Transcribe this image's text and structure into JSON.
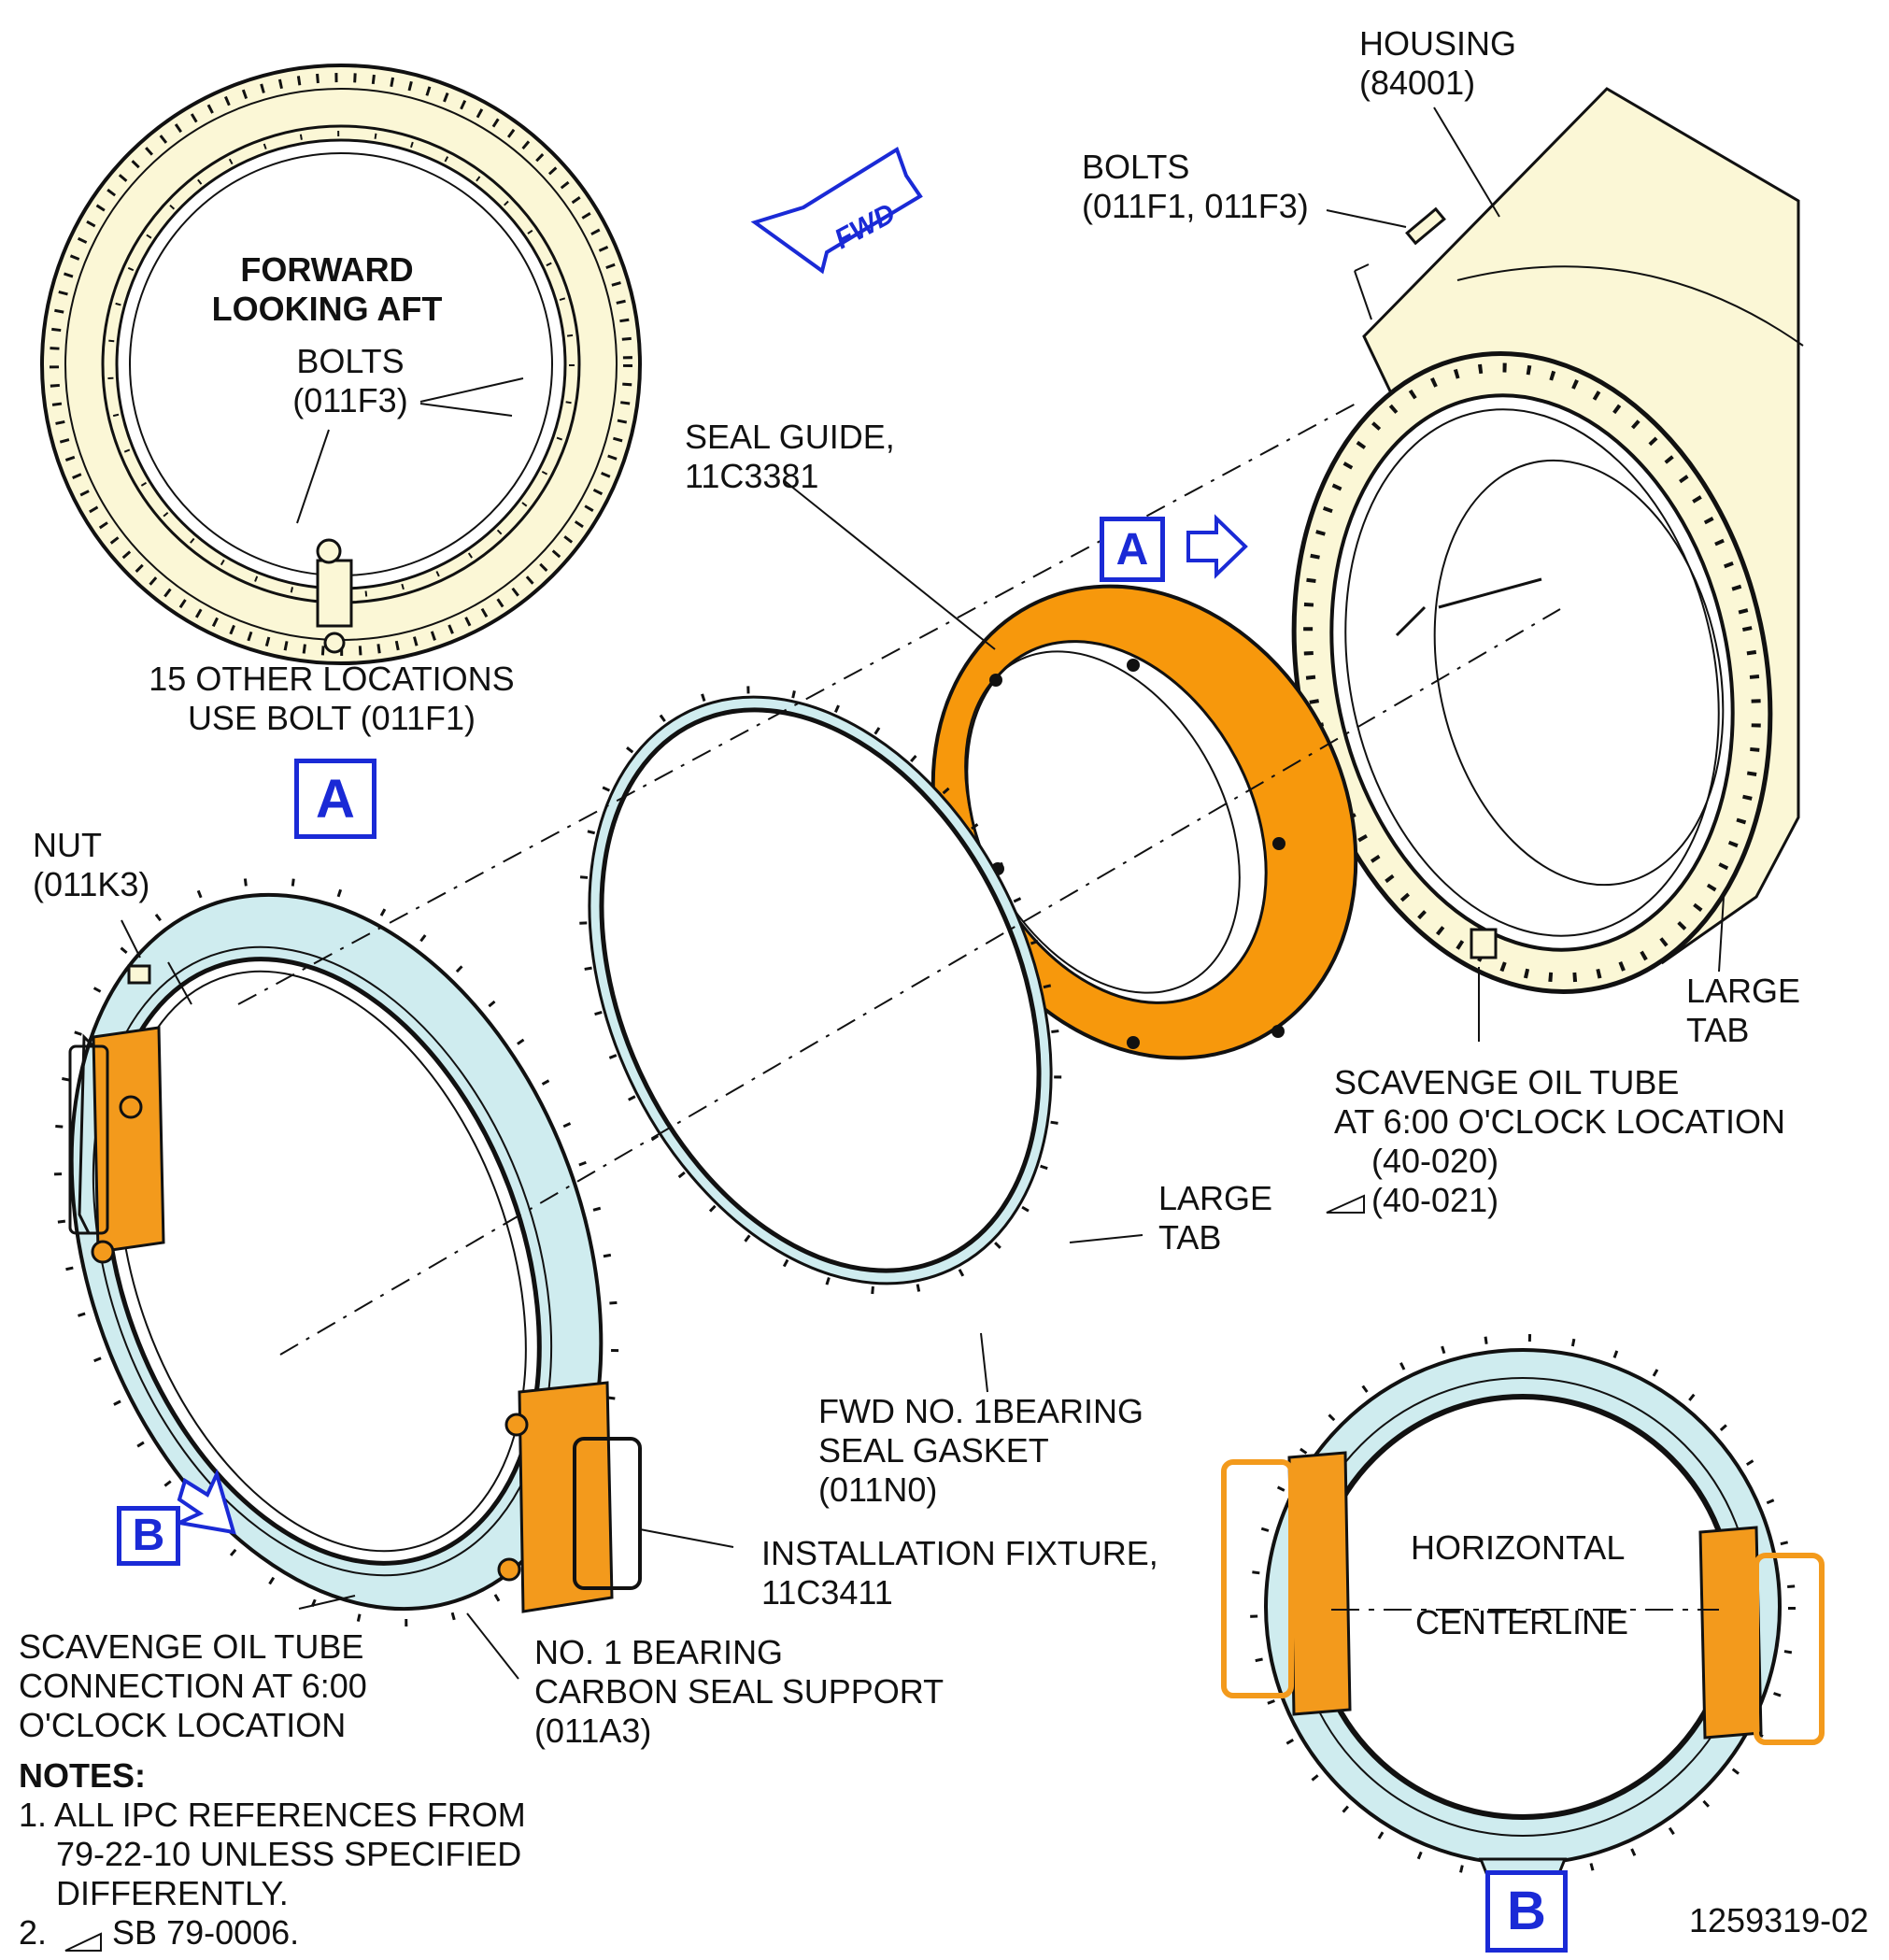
{
  "labels": {
    "housing": [
      "HOUSING",
      "(84001)"
    ],
    "bolts_top": [
      "BOLTS",
      "(011F1, 011F3)"
    ],
    "forward_looking_aft": [
      "FORWARD",
      "LOOKING AFT"
    ],
    "bolts_inset": [
      "BOLTS",
      "(011F3)"
    ],
    "other_locations": [
      "15 OTHER LOCATIONS",
      "USE BOLT (011F1)"
    ],
    "seal_guide": [
      "SEAL GUIDE,",
      "11C3381"
    ],
    "nut": [
      "NUT",
      "(011K3)"
    ],
    "large_tab_right": [
      "LARGE",
      "TAB"
    ],
    "scavenge_tube_top": [
      "SCAVENGE OIL TUBE",
      "AT 6:00 O'CLOCK LOCATION",
      "(40-020)",
      "(40-021)"
    ],
    "large_tab_mid": [
      "LARGE",
      "TAB"
    ],
    "gasket": [
      "FWD NO. 1BEARING",
      "SEAL GASKET",
      "(011N0)"
    ],
    "installation_fixture": [
      "INSTALLATION FIXTURE,",
      "11C3411"
    ],
    "scavenge_conn": [
      "SCAVENGE OIL TUBE",
      "CONNECTION AT 6:00",
      "O'CLOCK LOCATION"
    ],
    "carbon_seal": [
      "NO. 1 BEARING",
      "CARBON SEAL SUPPORT",
      "(011A3)"
    ],
    "horizontal": "HORIZONTAL",
    "centerline": "CENTERLINE",
    "fwd_arrow": "FWD",
    "drawing_number": "1259319-02"
  },
  "views": {
    "a": "A",
    "b": "B"
  },
  "notes": {
    "heading": "NOTES:",
    "items": [
      "1. ALL IPC REFERENCES FROM",
      "    79-22-10 UNLESS SPECIFIED",
      "    DIFFERENTLY.",
      "2.       SB 79-0006."
    ]
  },
  "colors": {
    "housing_fill": "#fbf7d6",
    "seal_guide_fill": "#f7980c",
    "fixture_fill": "#f39a1c",
    "ring_fill": "#cfecef",
    "view_label_blue": "#1a2ad6",
    "line": "#111111"
  }
}
